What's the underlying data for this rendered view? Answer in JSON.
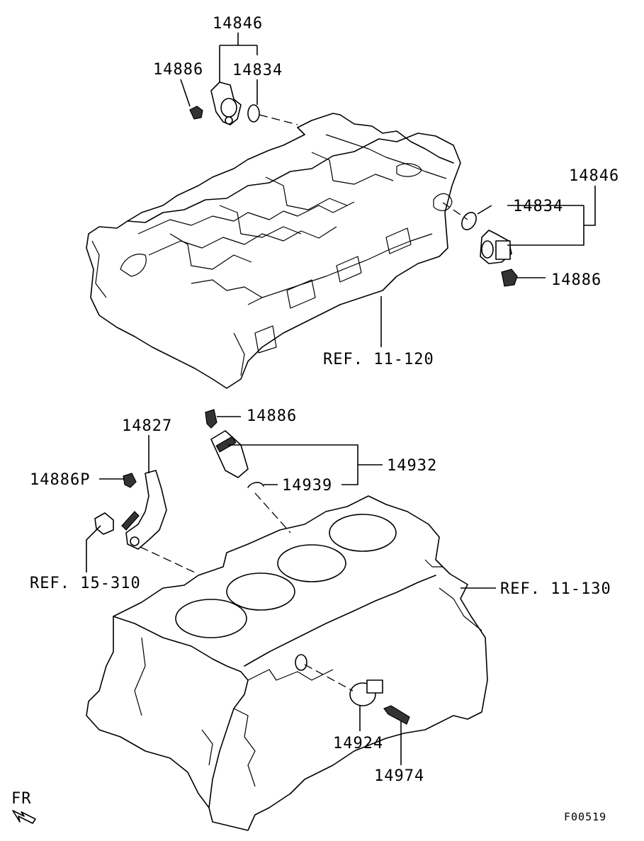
{
  "labels": {
    "head_sensor_assy": "14846",
    "head_bolt": "14886",
    "head_oring": "14834",
    "side_sensor_assy": "14846",
    "side_oring": "14834",
    "side_bolt": "14886",
    "ref_head": "REF. 11-120",
    "crank_bolt": "14886",
    "bracket": "14827",
    "bracket_bolt": "14886P",
    "crank_sensor_assy": "14932",
    "crank_oring": "14939",
    "ref_pump": "REF. 15-310",
    "ref_block": "REF. 11-130",
    "knock_sensor": "14924",
    "knock_bolt": "14974",
    "front": "FR",
    "figure_code": "F00519"
  }
}
